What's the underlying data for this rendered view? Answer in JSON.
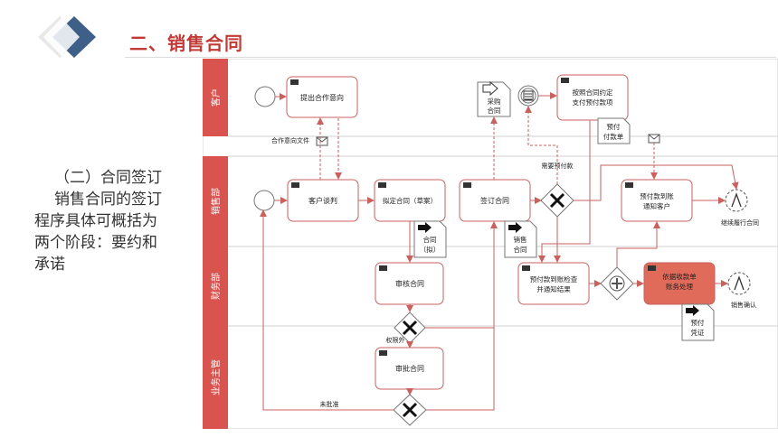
{
  "header": {
    "title": "二、销售合同"
  },
  "side_text": {
    "line1": "（二）合同签订",
    "line2": "销售合同的签订",
    "line3": "程序具体可概括为",
    "line4": "两个阶段：要约和",
    "line5": "承诺"
  },
  "lanes": {
    "customer": "客户",
    "sales": "销售部",
    "finance": "财务部",
    "supervisor": "业务主管"
  },
  "tasks": {
    "propose": "提出合作意向",
    "negotiate": "客户谈判",
    "draft_l1": "拟定合同（草案）",
    "sign": "签订合同",
    "pay_l1": "按照合同约定",
    "pay_l2": "支付预付款项",
    "notify_l1": "预付款到账",
    "notify_l2": "通知客户",
    "review": "审核合同",
    "check_l1": "预付款到账检查",
    "check_l2": "并通知结果",
    "receipt_l1": "依据收款单",
    "receipt_l2": "账务处理",
    "approve": "审批合同"
  },
  "documents": {
    "purchase_l1": "采购",
    "purchase_l2": "合同",
    "advance_l1": "预付",
    "advance_l2": "付款单",
    "draft_l1": "合同",
    "draft_l2": "（拟）",
    "sales_l1": "销售",
    "sales_l2": "合同",
    "voucher_l1": "预付",
    "voucher_l2": "凭证"
  },
  "labels": {
    "intent_file": "合作意向文件",
    "need_advance": "需要预付款",
    "beyond_authority": "权限外",
    "not_approved": "未批准",
    "continue_contract": "继续履行合同",
    "sales_confirm": "销售确认"
  },
  "colors": {
    "accent": "#c23a36",
    "lane_header": "#d9534f",
    "task_border": "#c9625f",
    "task_highlight": "#e06b5a"
  }
}
